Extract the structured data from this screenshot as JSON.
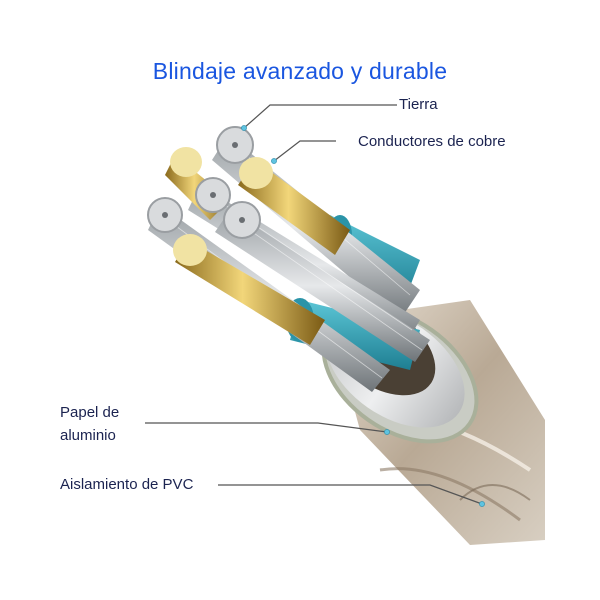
{
  "title": "Blindaje avanzado y durable",
  "labels": {
    "tierra": "Tierra",
    "conductores": "Conductores de cobre",
    "papel_line1": "Papel de",
    "papel_line2": "aluminio",
    "pvc": "Aislamiento de PVC"
  },
  "colors": {
    "title": "#1a56e0",
    "label_text": "#1b2350",
    "leader_line": "#555555",
    "marker_dot": "#5fc3e0",
    "copper_gold": "#d8b24a",
    "insulation_teal": "#2aa3b8",
    "foil_silver": "#d4d6d8",
    "braid": "#cbbfae"
  }
}
